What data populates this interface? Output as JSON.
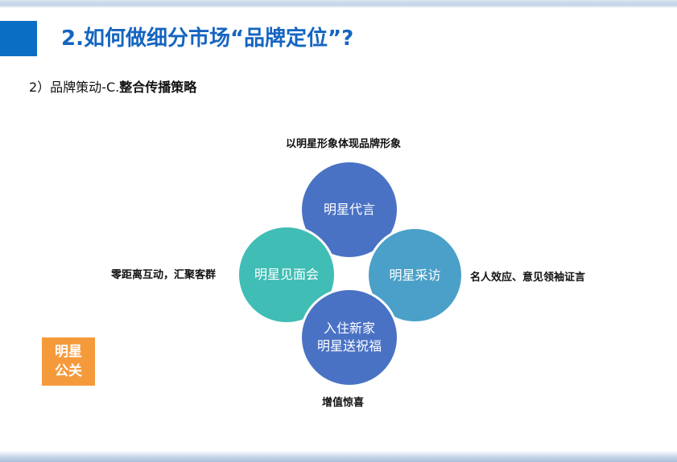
{
  "slide": {
    "title": "2.如何做细分市场“品牌定位”?",
    "subtitle_prefix": "2）品牌策动-C.",
    "subtitle_bold": "整合传播策略"
  },
  "diagram": {
    "circles": {
      "top": "明星代言",
      "left": "明星见面会",
      "right": "明星采访",
      "bottom_line1": "入住新家",
      "bottom_line2": "明星送祝福"
    },
    "annotations": {
      "top": "以明星形象体现品牌形象",
      "left": "零距离互动，汇聚客群",
      "right": "名人效应、意见领袖证言",
      "bottom": "增值惊喜"
    }
  },
  "tag": {
    "line1": "明星",
    "line2": "公关"
  }
}
